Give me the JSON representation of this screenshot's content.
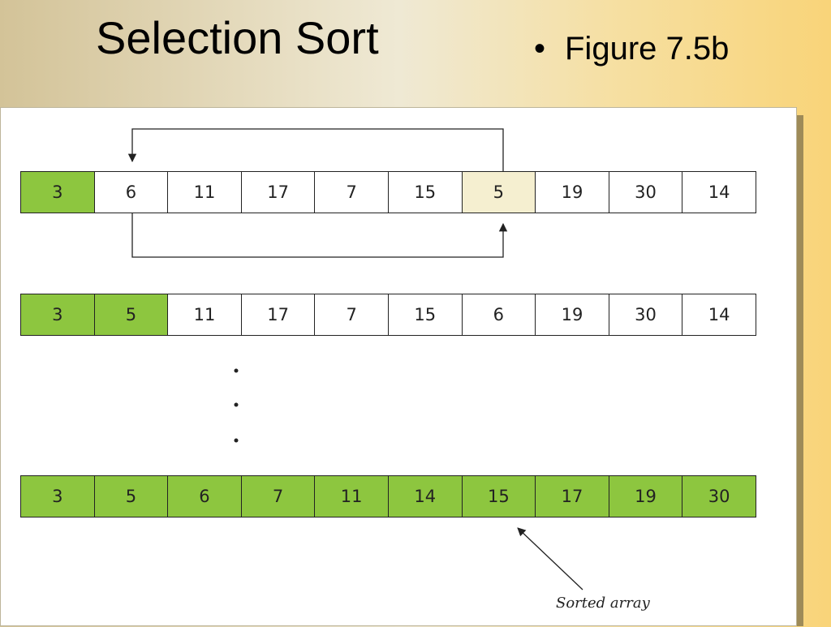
{
  "slide": {
    "title": "Selection Sort",
    "bullet": "Figure 7.5b"
  },
  "diagram": {
    "rows": [
      {
        "cells": [
          "3",
          "6",
          "11",
          "17",
          "7",
          "15",
          "5",
          "19",
          "30",
          "14"
        ],
        "states": [
          "sorted",
          "plain",
          "plain",
          "plain",
          "plain",
          "plain",
          "min",
          "plain",
          "plain",
          "plain"
        ]
      },
      {
        "cells": [
          "3",
          "5",
          "11",
          "17",
          "7",
          "15",
          "6",
          "19",
          "30",
          "14"
        ],
        "states": [
          "sorted",
          "sorted",
          "plain",
          "plain",
          "plain",
          "plain",
          "plain",
          "plain",
          "plain",
          "plain"
        ]
      },
      {
        "cells": [
          "3",
          "5",
          "6",
          "7",
          "11",
          "14",
          "15",
          "17",
          "19",
          "30"
        ],
        "states": [
          "sorted",
          "sorted",
          "sorted",
          "sorted",
          "sorted",
          "sorted",
          "sorted",
          "sorted",
          "sorted",
          "sorted"
        ]
      }
    ],
    "swap_positions": [
      1,
      6
    ],
    "sorted_label": "Sorted array",
    "colors": {
      "sorted": "#8dc63f",
      "min": "#f5efd0",
      "plain": "#ffffff"
    }
  }
}
